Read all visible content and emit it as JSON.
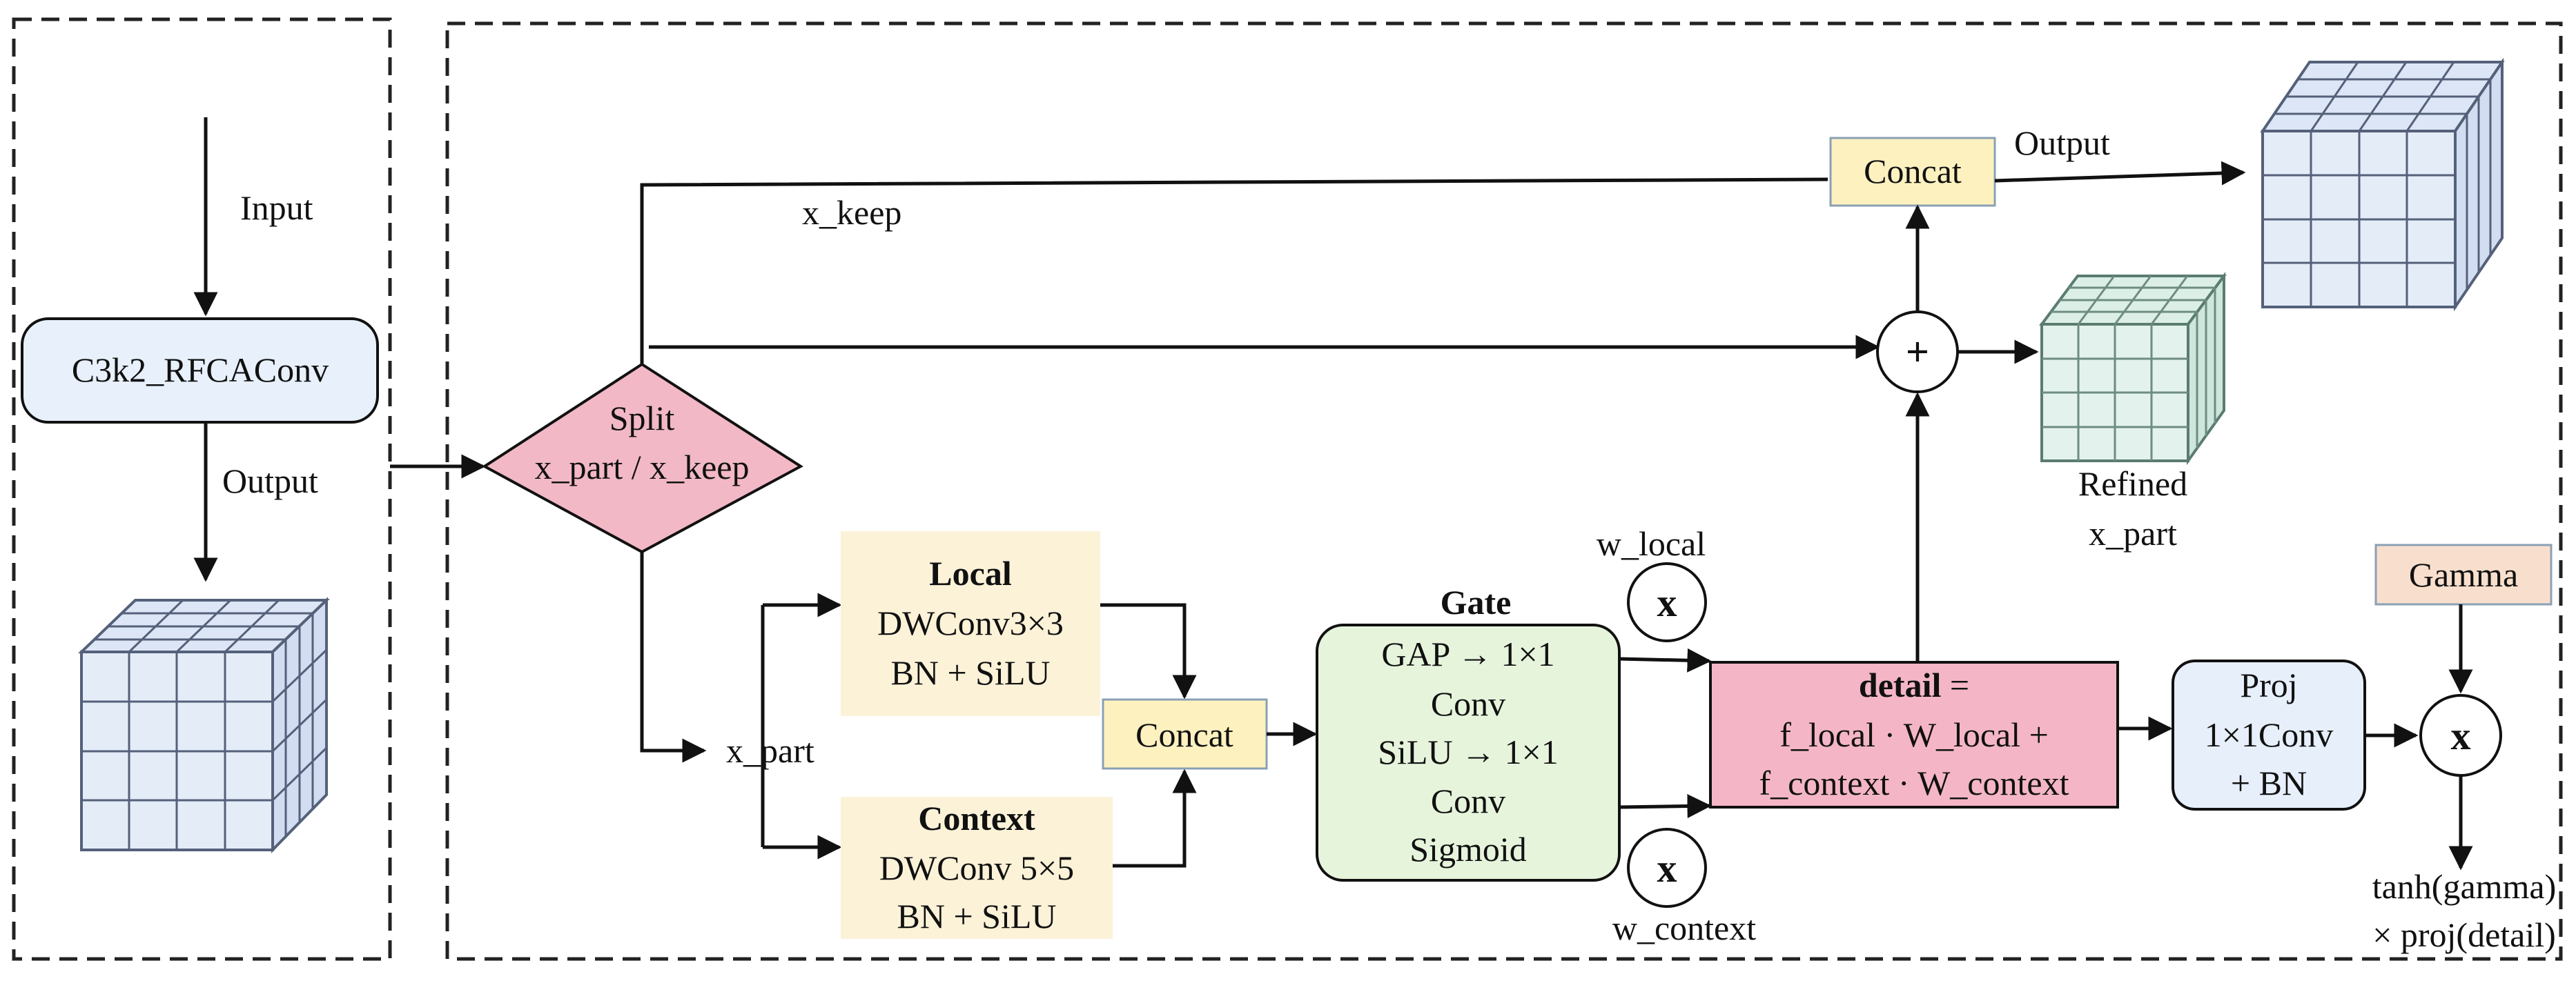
{
  "left_panel": {
    "input_label": "Input",
    "module_label": "C3k2_RFCAConv",
    "output_label": "Output"
  },
  "split": {
    "line1": "Split",
    "line2": "x_part / x_keep"
  },
  "x_keep_label": "x_keep",
  "x_part_label": "x_part",
  "local_block": {
    "title": "Local",
    "line1": "DWConv3×3",
    "line2": "BN + SiLU"
  },
  "context_block": {
    "title": "Context",
    "line1": "DWConv 5×5",
    "line2": "BN + SiLU"
  },
  "concat_mid": "Concat",
  "gate_block": {
    "title": "Gate",
    "line1": "GAP → 1×1",
    "line2": "Conv",
    "line3": "SiLU → 1×1",
    "line4": "Conv",
    "line5": "Sigmoid"
  },
  "w_local_label": "w_local",
  "w_context_label": "w_context",
  "multiply_symbol": "x",
  "detail_block": {
    "title": "detail",
    "title_suffix": " =",
    "line1": "f_local · W_local +",
    "line2": "f_context · W_context"
  },
  "proj_block": {
    "line1": "Proj",
    "line2": "1×1Conv",
    "line3": "+ BN"
  },
  "gamma_label": "Gamma",
  "final_label_line1": "tanh(gamma)",
  "final_label_line2": "× proj(detail)",
  "plus_symbol": "+",
  "refined_label_line1": "Refined",
  "refined_label_line2": "x_part",
  "concat_top": "Concat",
  "output_label_top": "Output",
  "colors": {
    "module_fill": "#e8f0fb",
    "split_fill": "#f2b8c6",
    "block_fill": "#fbf2d8",
    "concat_fill": "#fdf1c0",
    "gate_fill": "#e6f4dc",
    "detail_fill": "#f4b6c6",
    "proj_fill": "#e6effa",
    "gamma_fill": "#f8dfcd",
    "cube_blue": "#dde6f6",
    "cube_green": "#dcefe6"
  }
}
